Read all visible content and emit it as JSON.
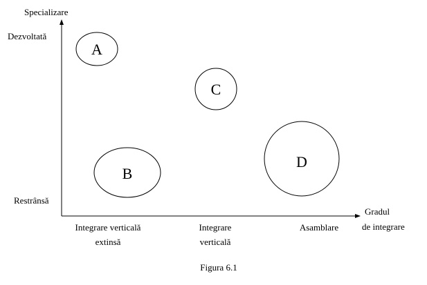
{
  "y_axis": {
    "title": "Specializare",
    "high_label": "Dezvoltată",
    "low_label": "Restrânsă"
  },
  "x_axis": {
    "title_line1": "Gradul",
    "title_line2": "de integrare",
    "categories": [
      {
        "line1": "Integrare verticală",
        "line2": "extinsă"
      },
      {
        "line1": "Integrare",
        "line2": "verticală"
      },
      {
        "line1": "Asamblare",
        "line2": ""
      }
    ]
  },
  "nodes": [
    {
      "label": "A"
    },
    {
      "label": "B"
    },
    {
      "label": "C"
    },
    {
      "label": "D"
    }
  ],
  "caption": "Figura 6.1"
}
